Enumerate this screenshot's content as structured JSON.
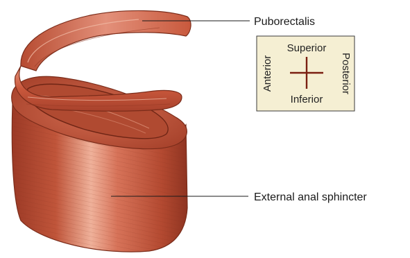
{
  "labels": {
    "top": "Puborectalis",
    "bottom": "External anal sphincter"
  },
  "orientation_key": {
    "top": "Superior",
    "bottom": "Inferior",
    "left": "Anterior",
    "right": "Posterior"
  },
  "colors": {
    "muscle_dark": "#a8422c",
    "muscle_mid": "#c65a3f",
    "muscle_light": "#e69a80",
    "muscle_highlight": "#f3c3b0",
    "key_background": "#f5efd3",
    "key_cross": "#7a1f10"
  }
}
